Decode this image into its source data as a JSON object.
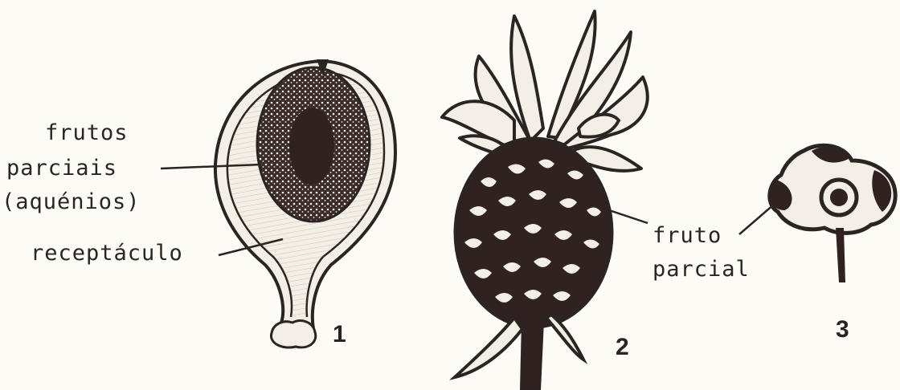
{
  "figure": {
    "panel1": {
      "label_achenes_line1": "frutos",
      "label_achenes_line2": "parciais",
      "label_achenes_line3": "(aquénios)",
      "label_receptacle": "receptáculo",
      "number": "1"
    },
    "panel2": {
      "label_partial_fruit_line1": "fruto",
      "label_partial_fruit_line2": "parcial",
      "number": "2"
    },
    "panel3": {
      "number": "3"
    }
  },
  "colors": {
    "background": "#fdfbf6",
    "ink": "#2a2522",
    "flesh": "#f4efe6"
  }
}
